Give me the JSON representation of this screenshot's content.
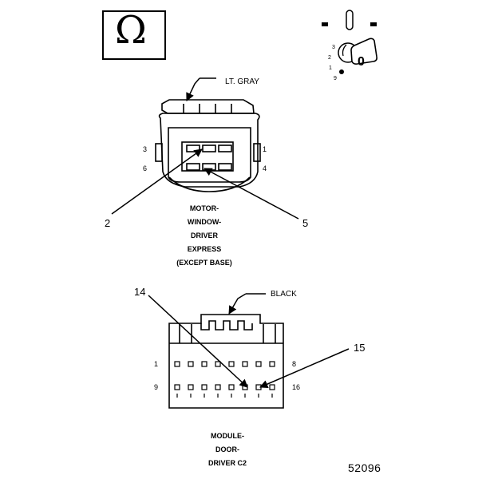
{
  "ohm_symbol": "Ω",
  "ignition": {
    "positions": [
      "1",
      "2",
      "3",
      "0",
      "9"
    ],
    "key_label": "0"
  },
  "connector_motor": {
    "wire_color_label": "LT. GRAY",
    "pin_labels": {
      "top_left": "3",
      "bottom_left": "6",
      "top_right": "1",
      "bottom_right": "4"
    },
    "callouts": [
      "2",
      "5"
    ],
    "name_lines": [
      "MOTOR-",
      "WINDOW-",
      "DRIVER",
      "EXPRESS",
      "(EXCEPT BASE)"
    ]
  },
  "connector_module": {
    "wire_color_label": "BLACK",
    "pin_labels": {
      "top_left": "1",
      "top_right": "8",
      "bottom_left": "9",
      "bottom_right": "16"
    },
    "callouts": [
      "14",
      "15"
    ],
    "name_lines": [
      "MODULE-",
      "DOOR-",
      "DRIVER C2"
    ]
  },
  "figure_number": "52096"
}
